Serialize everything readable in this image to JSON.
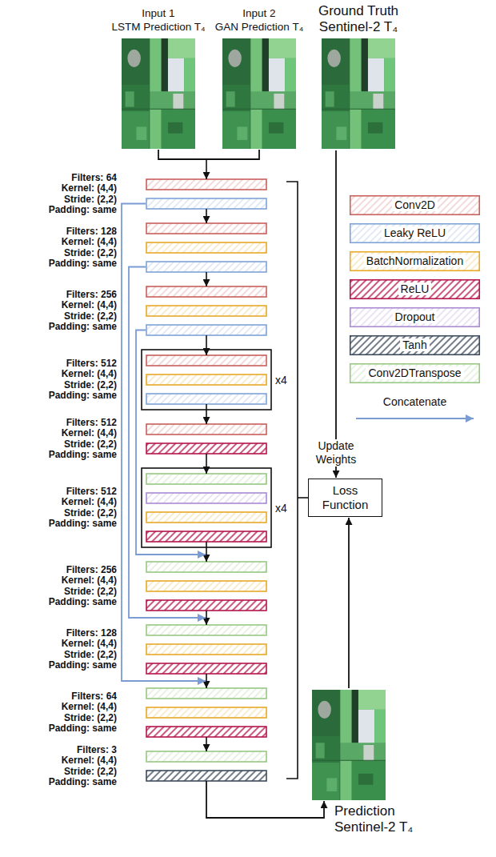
{
  "diagram": {
    "nodes": [
      {
        "text": [
          "Input 1",
          "LSTM Prediction T₄"
        ]
      },
      {
        "text": [
          "Input 2",
          "GAN Prediction T₄"
        ]
      },
      {
        "text": [
          "Ground Truth",
          "Sentinel-2 T₄"
        ]
      },
      {
        "text": [
          "Loss Function"
        ]
      },
      {
        "text": [
          "Prediction",
          "Sentinel-2 T₄"
        ]
      }
    ],
    "edges": [
      {
        "from": 2,
        "to": 3,
        "arrow": "to",
        "label": "Update Weights"
      },
      {
        "from": 4,
        "to": 3,
        "arrow": "to"
      }
    ],
    "labels": [
      "Filters: 64",
      "Kernel: (4,4)",
      "Stride: (2,2)",
      "Padding: same",
      "Filters: 128",
      "Kernel: (4,4)",
      "Stride: (2,2)",
      "Padding: same",
      "Filters: 256",
      "Kernel: (4,4)",
      "Stride: (2,2)",
      "Padding: same",
      "Filters: 512",
      "Kernel: (4,4)",
      "Stride: (2,2)",
      "Padding: same",
      "x4",
      "Filters: 512",
      "Kernel: (4,4)",
      "Stride: (2,2)",
      "Padding: same",
      "Filters: 512",
      "Kernel: (4,4)",
      "Stride: (2,2)",
      "Padding: same",
      "x4",
      "Filters: 256",
      "Kernel: (4,4)",
      "Stride: (2,2)",
      "Padding: same",
      "Filters: 128",
      "Kernel: (4,4)",
      "Stride: (2,2)",
      "Padding: same",
      "Filters: 64",
      "Kernel: (4,4)",
      "Stride: (2,2)",
      "Padding: same",
      "Filters: 3",
      "Kernel: (4,4)",
      "Stride: (2,2)",
      "Padding: same"
    ],
    "legend": [
      {
        "text": "Conv2D",
        "color": "#c8605b"
      },
      {
        "text": "Leaky ReLU",
        "color": "#7ea3d8"
      },
      {
        "text": "BatchNormalization",
        "color": "#e8a928"
      },
      {
        "text": "ReLU",
        "color": "#b5174c"
      },
      {
        "text": "Dropout",
        "color": "#a98ad3"
      },
      {
        "text": "Tanh",
        "color": "#3d4b5c"
      },
      {
        "text": "Conv2DTranspose",
        "color": "#97c983"
      },
      {
        "text": "Concatenate"
      }
    ]
  }
}
